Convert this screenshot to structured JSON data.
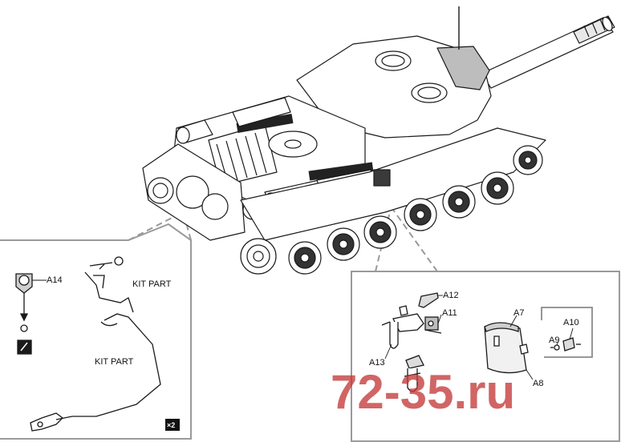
{
  "labels": {
    "a14": "A14",
    "kit_part_top": "KIT PART",
    "kit_part_bottom": "KIT PART",
    "multiplier": "×2",
    "a12": "A12",
    "a11": "A11",
    "a13": "A13",
    "a7": "A7",
    "a8": "A8",
    "a9": "A9",
    "a10": "A10"
  },
  "watermark": {
    "text": "72-35.ru",
    "color": "#c43a3a"
  },
  "colors": {
    "line": "#1a1a1a",
    "callout_dash": "#9a9a9a",
    "background": "#ffffff"
  }
}
